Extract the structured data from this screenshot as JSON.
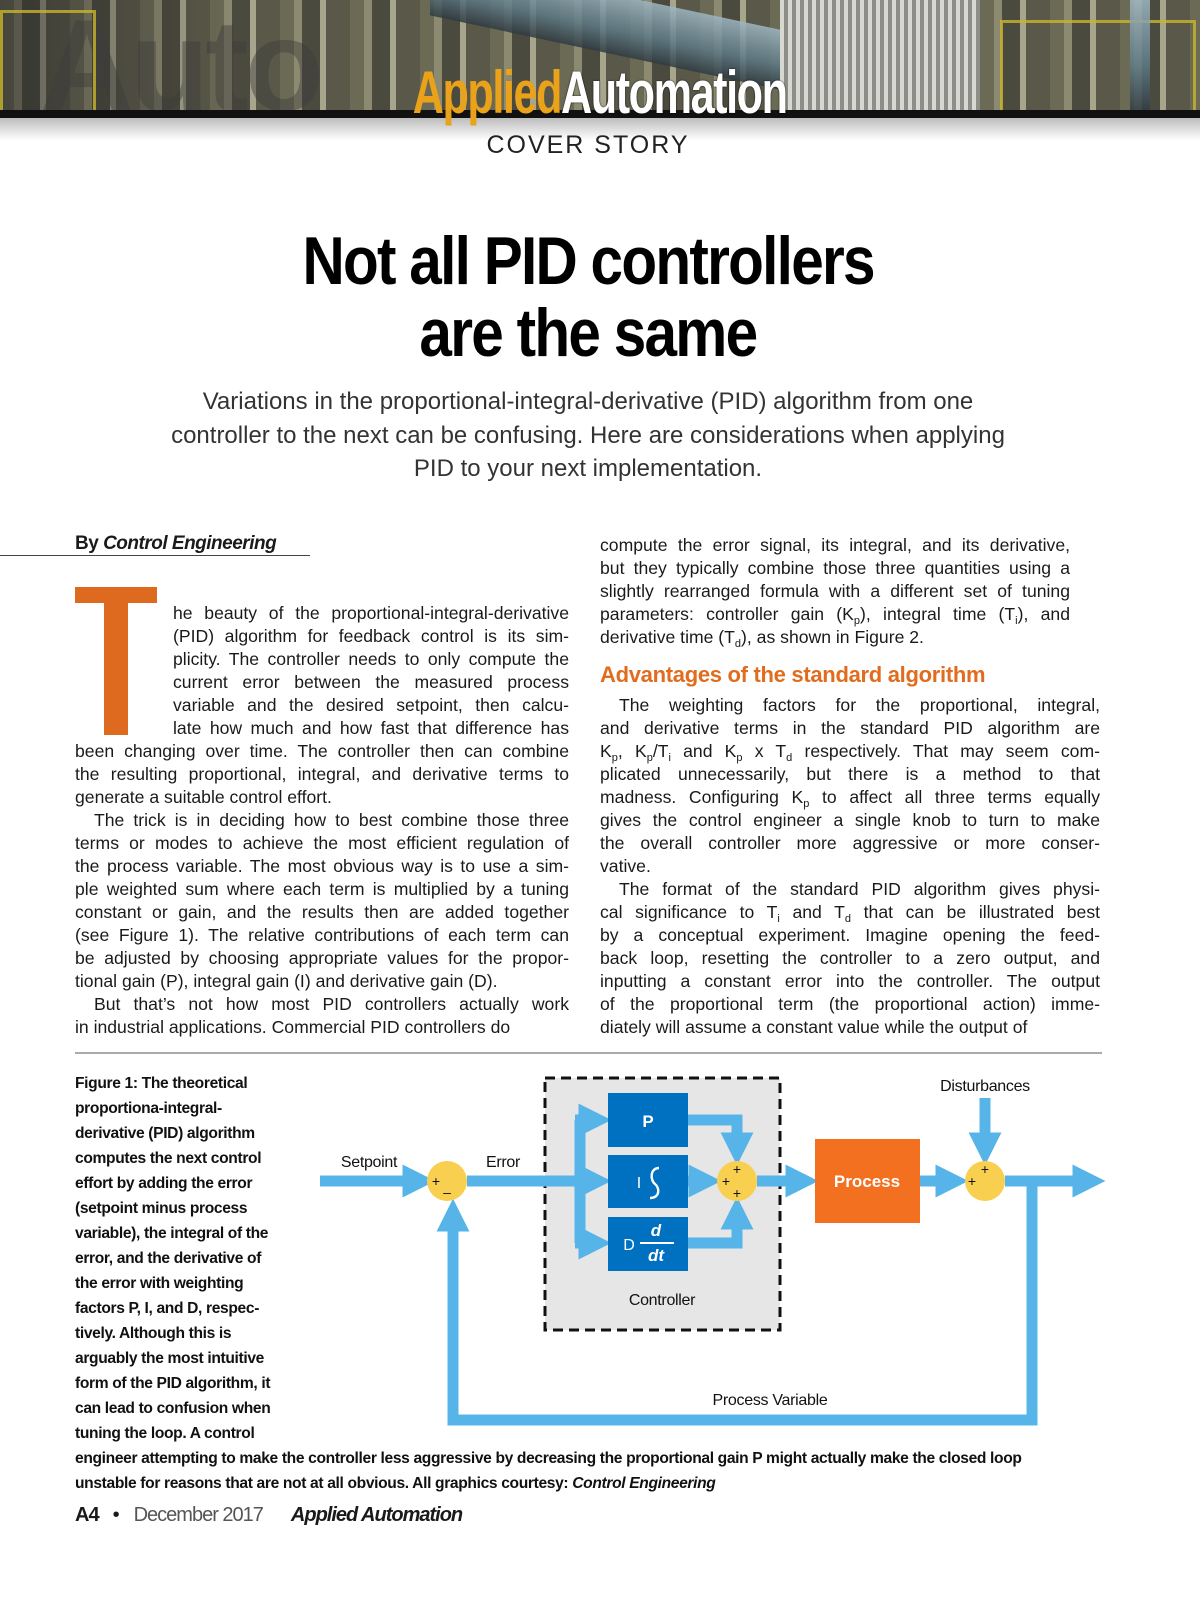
{
  "header": {
    "logo_part1": "Applied",
    "logo_part2": "Automation",
    "section": "COVER STORY"
  },
  "article": {
    "title_lines": [
      "Not all PID controllers",
      "are the same"
    ],
    "deck_lines": [
      "Variations in the proportional-integral-derivative (PID) algorithm from one",
      "controller to the next can be confusing. Here are considerations when applying",
      "PID to your next implementation."
    ],
    "byline_prefix": "By",
    "byline_author": "Control Engineering",
    "drop_cap": "T",
    "left_dropcap_lines": [
      "he beauty of the proportional-integral-derivative",
      "(PID) algorithm for feedback control is its sim-",
      "plicity. The controller needs to only compute the",
      "current error between the measured process",
      "variable and the desired setpoint, then calcu-",
      "late how much and how fast that difference has"
    ],
    "left_paragraphs": [
      [
        "been changing over time. The controller then can combine",
        "the resulting proportional, integral, and derivative terms to",
        "generate a suitable control effort."
      ],
      [
        "The trick is in deciding how to best combine those three",
        "terms or modes to achieve the most efficient regulation of",
        "the process variable. The most obvious way is to use a sim-",
        "ple weighted sum where each term is multiplied by a tuning",
        "constant or gain, and the results then are added together",
        "(see Figure 1). The relative contributions of each term can",
        "be adjusted by choosing appropriate values for the propor-",
        "tional gain (P), integral gain (I) and derivative gain (D)."
      ],
      [
        "But that’s not how most PID controllers actually work",
        "in industrial applications. Commercial PID controllers do"
      ]
    ],
    "right_continuation": [
      "compute the error signal, its integral, and its derivative,",
      "but they typically combine those three quantities using a",
      "slightly rearranged formula with a different set of tuning",
      [
        {
          "t": "parameters: controller gain (K"
        },
        {
          "t": "p",
          "sub": true
        },
        {
          "t": "), integral time (T"
        },
        {
          "t": "i",
          "sub": true
        },
        {
          "t": "), and"
        }
      ],
      [
        {
          "t": "derivative time (T"
        },
        {
          "t": "d",
          "sub": true
        },
        {
          "t": "), as shown in Figure 2."
        }
      ]
    ],
    "subheading": "Advantages of the standard algorithm",
    "right_paragraphs": [
      [
        "The weighting factors for the proportional, integral,",
        "and derivative terms in the standard PID algorithm are",
        [
          {
            "t": "K"
          },
          {
            "t": "p",
            "sub": true
          },
          {
            "t": ", K"
          },
          {
            "t": "p",
            "sub": true
          },
          {
            "t": "/T"
          },
          {
            "t": "i",
            "sub": true
          },
          {
            "t": " and K"
          },
          {
            "t": "p",
            "sub": true
          },
          {
            "t": " x T"
          },
          {
            "t": "d",
            "sub": true
          },
          {
            "t": " respectively. That may seem com-"
          }
        ],
        "plicated unnecessarily, but there is a method to that",
        [
          {
            "t": "madness. Configuring K"
          },
          {
            "t": "p",
            "sub": true
          },
          {
            "t": " to affect all three terms equally"
          }
        ],
        "gives the control engineer a single knob to turn to make",
        "the overall controller more aggressive or more conser-",
        "vative."
      ],
      [
        "The format of the standard PID algorithm gives physi-",
        [
          {
            "t": "cal significance to T"
          },
          {
            "t": "i",
            "sub": true
          },
          {
            "t": " and T"
          },
          {
            "t": "d",
            "sub": true
          },
          {
            "t": " that can be illustrated best"
          }
        ],
        "by a conceptual experiment. Imagine opening the feed-",
        "back loop, resetting the controller to a zero output, and",
        "inputting a constant error into the controller. The output",
        "of the proportional term (the proportional action) imme-",
        "diately will assume a constant value while the output of"
      ]
    ]
  },
  "figure": {
    "caption_lines": [
      "Figure 1: The theoretical",
      "proportiona-integral-",
      "derivative (PID) algorithm",
      "computes the next control",
      "effort by adding the error",
      "(setpoint minus process",
      "variable), the integral of the",
      "error, and the derivative of",
      "the error with weighting",
      "factors P, I, and D, respec-",
      "tively. Although this is",
      "arguably the most intuitive",
      "form of the PID algorithm, it",
      "can lead to confusion when",
      "tuning the loop. A control",
      "engineer attempting to make the controller less aggressive by decreasing the proportional gain P might actually make the closed loop",
      [
        {
          "t": "unstable for reasons that are not at all obvious. All graphics courtesy: "
        },
        {
          "t": "Control Engineering",
          "i": true
        }
      ]
    ],
    "labels": {
      "setpoint": "Setpoint",
      "error": "Error",
      "p": "P",
      "i": "I",
      "d": "D",
      "d_num": "d",
      "d_den": "dt",
      "controller": "Controller",
      "process": "Process",
      "disturbances": "Disturbances",
      "process_variable": "Process Variable",
      "plus": "+",
      "minus": "–"
    },
    "colors": {
      "flow": "#56b4e9",
      "block": "#0070c0",
      "process": "#f37021",
      "junction": "#f9cf4f",
      "controller_bg": "#e6e6e6"
    }
  },
  "footer": {
    "page": "A4",
    "separator": "•",
    "date": "December 2017",
    "magazine": "Applied Automation"
  }
}
